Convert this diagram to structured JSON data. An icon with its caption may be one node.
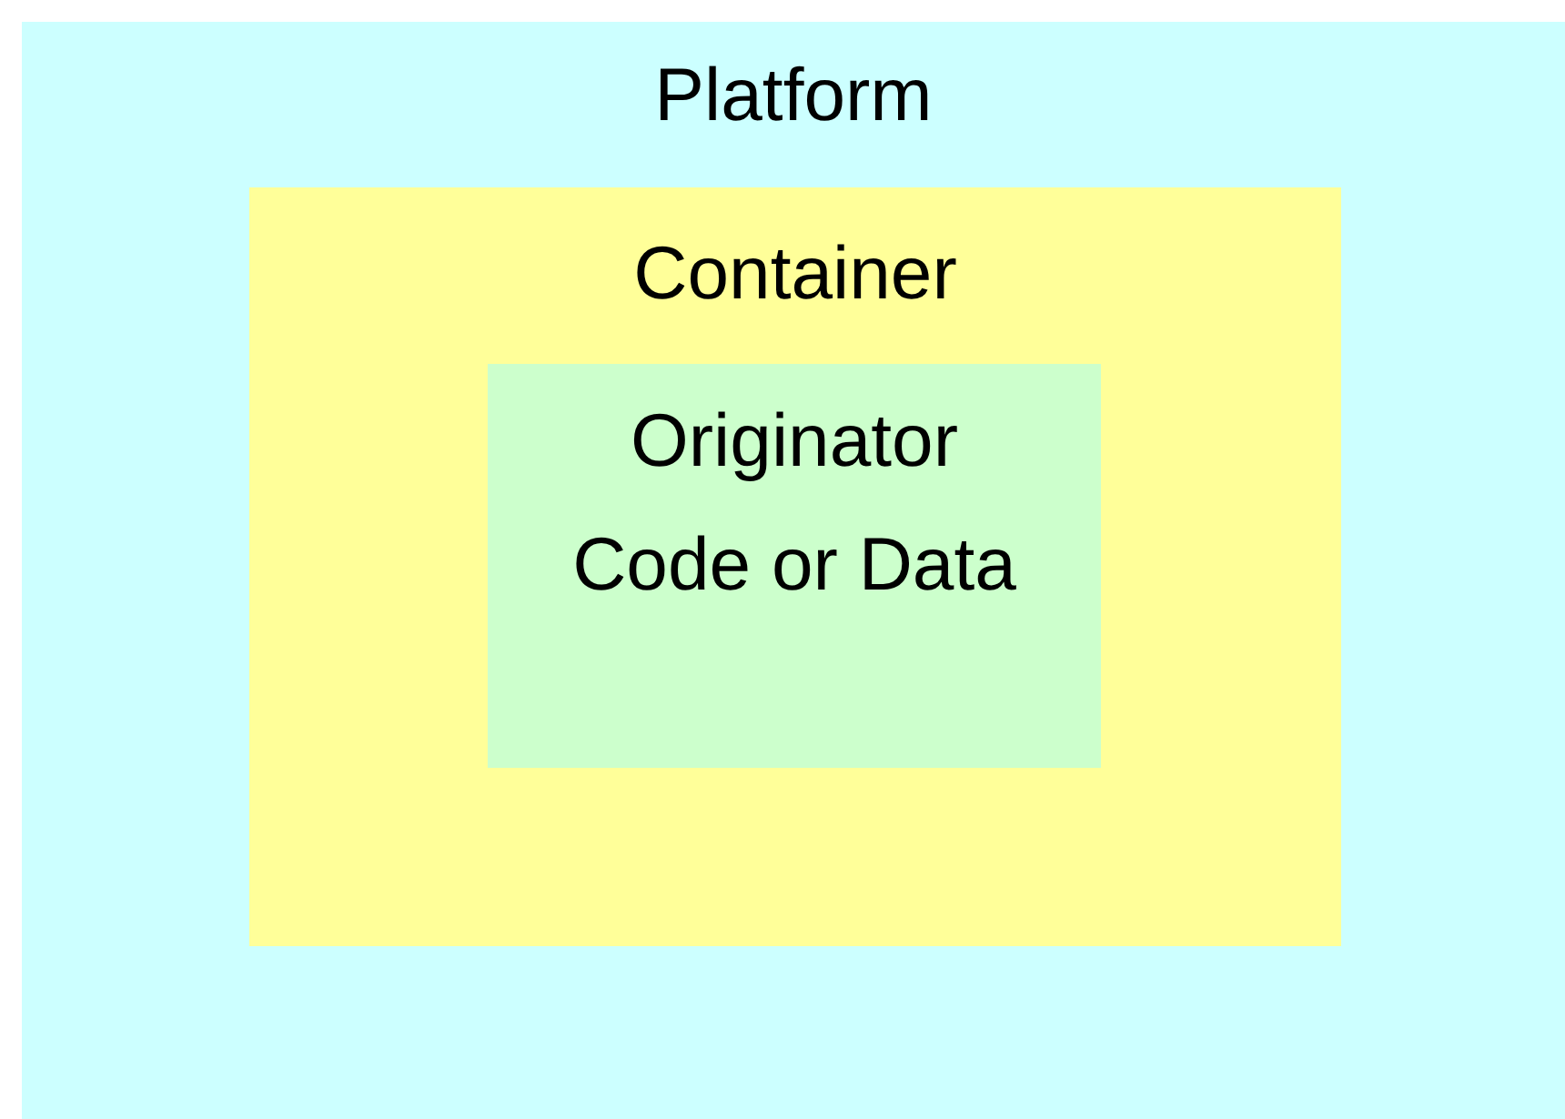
{
  "diagram": {
    "nodes": [
      {
        "text": [
          "Platform"
        ]
      },
      {
        "text": [
          "Container"
        ],
        "in": 0
      },
      {
        "text": [
          "Originator Code or Data"
        ],
        "in": 1
      }
    ]
  }
}
